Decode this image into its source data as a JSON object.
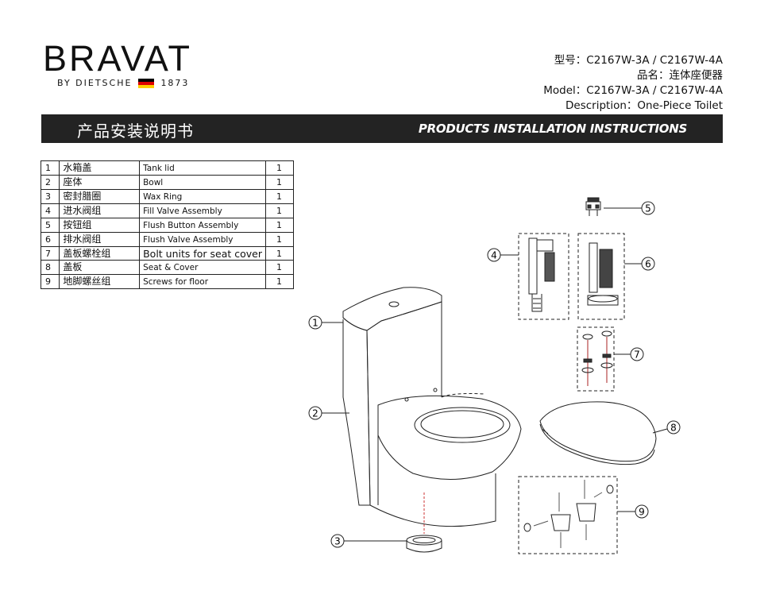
{
  "brand": {
    "name": "BRAVAT",
    "tagline_left": "BY DIETSCHE",
    "tagline_right": "1873",
    "flag_colors": [
      "#000000",
      "#dd0000",
      "#ffce00"
    ]
  },
  "model_info": {
    "cn_model": "型号：C2167W-3A / C2167W-4A",
    "cn_name": "品名：连体座便器",
    "en_model": "Model：C2167W-3A / C2167W-4A",
    "en_description": "Description：One-Piece Toilet"
  },
  "banner": {
    "title_cn": "产品安装说明书",
    "title_en": "PRODUCTS INSTALLATION INSTRUCTIONS"
  },
  "parts": [
    {
      "no": "1",
      "cn": "水箱盖",
      "en": "Tank lid",
      "qty": "1"
    },
    {
      "no": "2",
      "cn": "座体",
      "en": "Bowl",
      "qty": "1"
    },
    {
      "no": "3",
      "cn": "密封腊圈",
      "en": "Wax Ring",
      "qty": "1"
    },
    {
      "no": "4",
      "cn": "进水阀组",
      "en": "Fill Valve Assembly",
      "qty": "1"
    },
    {
      "no": "5",
      "cn": "按钮组",
      "en": "Flush Button Assembly",
      "qty": "1"
    },
    {
      "no": "6",
      "cn": "排水阀组",
      "en": "Flush Valve Assembly",
      "qty": "1"
    },
    {
      "no": "7",
      "cn": "盖板螺栓组",
      "en": "Bolt units for seat cover",
      "qty": "1"
    },
    {
      "no": "8",
      "cn": "盖板",
      "en": "Seat & Cover",
      "qty": "1"
    },
    {
      "no": "9",
      "cn": "地脚螺丝组",
      "en": "Screws for floor",
      "qty": "1"
    }
  ],
  "callouts": [
    "1",
    "2",
    "3",
    "4",
    "5",
    "6",
    "7",
    "8",
    "9"
  ]
}
